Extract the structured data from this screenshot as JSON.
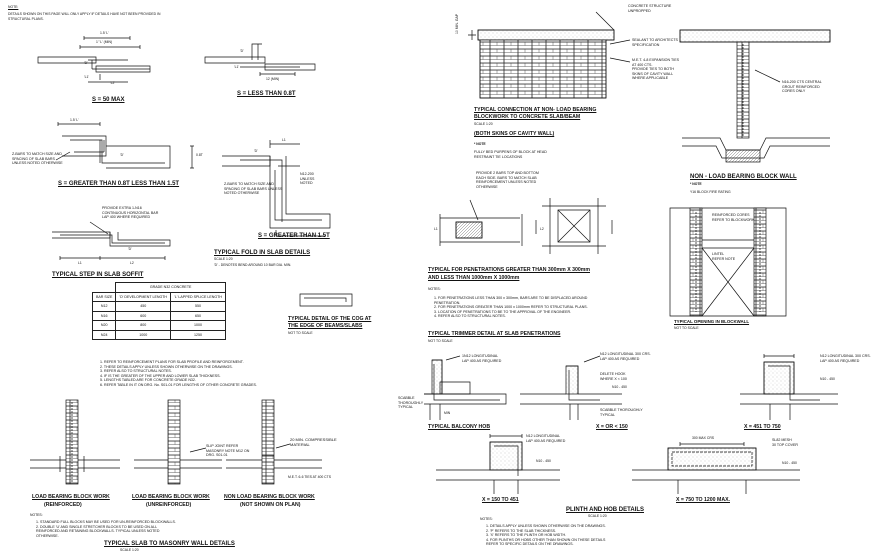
{
  "top_note": {
    "label": "NOTE:",
    "text1": "DETAILS SHOWN ON THIS PAGE WILL ONLY APPLY IF DETAILS HAVE NOT BEEN PROVIDED IN",
    "text2": "STRUCTURAL PLANS."
  },
  "fold": {
    "s50": {
      "title": "S = 50 MAX",
      "dims": [
        "1.5 'L'",
        "1' 'L' (MIN)",
        "'D'",
        "'L1'",
        "'L2'"
      ]
    },
    "s08": {
      "title": "S = LESS THAN 0.8T",
      "dims": [
        "'D'",
        "'L1'",
        "12 (MIN)"
      ]
    },
    "s0815": {
      "title": "S = GREATER THAN 0.8T LESS THAN 1.5T",
      "note": [
        "Z-BARS TO MATCH SIZE AND",
        "SPACING OF SLAB BARS",
        "UNLESS NOTED OTHERWISE"
      ],
      "dims": [
        "1.5 'L'",
        "0.8T",
        "'D'"
      ]
    },
    "s15": {
      "title": "S = GREATER THAN 1.5T",
      "note1": [
        "Z-BARS TO MATCH SIZE AND",
        "SPACING OF SLAB BARS UNLESS",
        "NOTED OTHERWISE"
      ],
      "note2": [
        "N12-200",
        "UNLESS",
        "NOTED"
      ],
      "dims": [
        "L1",
        "'D'"
      ]
    },
    "title": "TYPICAL FOLD IN SLAB DETAILS",
    "scale": "SCALE 1:20",
    "note": "'D' - DENOTES BEND AROUND 10 BAR DIA. MIN."
  },
  "step": {
    "note": [
      "PROVIDE EXTRA 1-N16",
      "CONTINUOUS HORIZONTAL BAR",
      "LAP 400 WHERE REQUIRED"
    ],
    "dims": [
      "'D'",
      "L1",
      "L2"
    ],
    "title": "TYPICAL STEP IN SLAB SOFFIT"
  },
  "lap_table": {
    "group": "GRADE N32 CONCRETE",
    "headers": [
      "BAR SIZE",
      "'D' DEVELOPMENT LENGTH",
      "'L' LAPPED SPLICE LENGTH"
    ],
    "rows": [
      [
        "N12",
        "450",
        "550"
      ],
      [
        "N16",
        "600",
        "650"
      ],
      [
        "N20",
        "800",
        "1000"
      ],
      [
        "N24",
        "1000",
        "1250"
      ]
    ]
  },
  "cog": {
    "title": [
      "TYPICAL DETAIL OF THE COG AT",
      "THE EDGE OF BEAMS/SLABS"
    ],
    "scale": "NOT TO SCALE"
  },
  "notes_mid": [
    "1.   REFER TO REINFORCEMENT PLANS FOR SLAB PROFILE AND REINFORCEMENT.",
    "2.   THESE DETAILS APPLY UNLESS SHOWN OTHERWISE ON THE DRAWINGS.",
    "3.   REFER ALSO TO STRUCTURAL NOTES.",
    "4.   IF IS THE GREATER OF THE UPPER AND LOWER SLAB THICKNESS.",
    "5.   LENGTHS TABLED ARE FOR CONCRETE GRADE N32.",
    "6.   REFER TABLE IN IT ON DRG. No. S01-01 FOR LENGTHS OF OTHER CONCRETE GRADES."
  ],
  "masonry": {
    "labels": [
      "LOAD BEARING BLOCK WORK",
      "LOAD BEARING BLOCK WORK",
      "NON LOAD BEARING BLOCK WORK"
    ],
    "sub": [
      "(REINFORCED)",
      "(UNREINFORCED)",
      "(NOT SHOWN ON PLAN)"
    ],
    "note_b": [
      "SLIP JOINT REFER",
      "MASONRY NOTE M12 ON",
      "DRG. S01-01"
    ],
    "note_c1": [
      "20 MIN. COMPRESSIBLE",
      "MATERIAL"
    ],
    "note_c2": "M.E.T. 6-6 TIES AT 400 CTS",
    "notes_label": "NOTES:",
    "notes": [
      "1.   STANDARD FULL BLOCKS MAY BE USED FOR UN-REINFORCED BLOCKWALLS.",
      "2.   DOUBLE 'U' AND SINGLE STRETCHER BLOCKS TO BE USED ON ALL",
      "      REINFORCED AND RETAINING BLOCKWALLS. TYPICAL UNLESS NOTED",
      "      OTHERWISE."
    ],
    "title": "TYPICAL SLAB TO MASONRY WALL DETAILS",
    "scale": "SCALE 1:20"
  },
  "conn": {
    "labels": [
      "CONCRETE STRUCTURE",
      "UNPROPPED"
    ],
    "gap": "10 MIN. GAP",
    "sealant": [
      "SEALANT TO ARCHITECTS",
      "SPECIFICATION"
    ],
    "ties": [
      "M.E.T. 4-8 EXPANSION TIES",
      "AT 400 CTS.",
      "PROVIDE TIES TO BOTH",
      "SKINS OF CAVITY WALL",
      "WHERE APPLICABLE"
    ],
    "title1": "TYPICAL CONNECTION AT NON- LOAD BEARING",
    "title2": "BLOCKWORK TO CONCRETE SLAB/BEAM",
    "scale": "SCALE 1:20",
    "title3": "(BOTH SKINS OF CAVITY WALL)",
    "note_label": "* NOTE",
    "note": [
      "FULLY BED PURPENS OF BLOCK AT HEAD",
      "RESTRAINT TIE LOCATIONS"
    ]
  },
  "nlbw": {
    "note": [
      "N16-200 CTS CENTRAL",
      "GROUT REINFORCED",
      "CORES ONLY"
    ],
    "title": "NON - LOAD BEARING BLOCK WALL",
    "note_label": "* NOTE",
    "note2": "Y16 BLOCK FIRE RATING"
  },
  "pen": {
    "note": [
      "PROVIDE 2 BARS TOP AND BOTTOM",
      "EACH SIDE. BARS TO MATCH SLAB",
      "REINFORCEMENT UNLESS NOTED",
      "OTHERWISE"
    ],
    "dims": [
      "L1",
      "L2"
    ],
    "title1": "TYPICAL FOR PENETRATIONS GREATER THAN 300mm X 300mm",
    "title2": "AND LESS THAN 1000mm X 1000mm",
    "notes_label": "NOTES:",
    "notes": [
      "1.   FOR PENETRATIONS LESS THAN 300 x 300mm, BARS ARE TO BE DISPLACED AROUND",
      "      PENETRATION.",
      "2.   FOR PENETRATIONS GREATER THAN 1000 x 1000mm REFER TO STRUCTURAL PLANS.",
      "3.   LOCATION OF PENETRATIONS TO BE TO THE APPROVAL OF THE ENGINEER.",
      "4.   REFER ALSO TO STRUCTURAL NOTES."
    ],
    "title3": "TYPICAL TRIMMER DETAIL AT SLAB PENETRATIONS",
    "scale": "NOT TO SCALE"
  },
  "opening": {
    "labels": [
      "REINFORCED CORES",
      "REFER TO BLOCKWORK"
    ],
    "lintel": [
      "LINTEL",
      "REFER NOTE"
    ],
    "title": "TYPICAL OPENING IN BLOCKWALL",
    "scale": "NOT TO SCALE"
  },
  "hob": {
    "balcony": {
      "note": [
        "1N12 LONGITUDINAL",
        "LAP 400 AS REQUIRED"
      ],
      "screed": [
        "SCABBLE",
        "THOROUGHLY",
        "TYPICAL"
      ],
      "min": "MIN",
      "title": "TYPICAL BALCONY HOB"
    },
    "x150": {
      "note": [
        "N12 LONGITUDINAL 300 CRS.",
        "LAP 400 AS REQUIRED"
      ],
      "hook": [
        "DELETE HOOK",
        "WHERE X < 100"
      ],
      "scabble": [
        "SCABBLE THOROUGHLY",
        "TYPICAL"
      ],
      "size": "N10 - 450",
      "title": "X = OR < 150"
    },
    "x451": {
      "note": [
        "N12 LONGITUDINAL 300 CRS.",
        "LAP 400 AS REQUIRED"
      ],
      "size": "N10 - 450",
      "title": "X = 451 TO 750"
    },
    "x150b": {
      "note": [
        "N12 LONGITUDINAL",
        "LAP 400 AS REQUIRED"
      ],
      "size": "N10 - 450",
      "title": "X = 150 TO 451"
    },
    "x750": {
      "mesh": [
        "SL82 MESH",
        "30 TOP COVER"
      ],
      "span": "300 MAX CRS",
      "size": "N10 - 450",
      "title": "X = 750 TO 1200 MAX."
    },
    "title": "PLINTH AND HOB DETAILS",
    "scale": "SCALE 1:20",
    "notes_label": "NOTES:",
    "notes": [
      "1.   DETAILS APPLY UNLESS SHOWN OTHERWISE ON THE DRAWINGS.",
      "2.   'P' REFERS TO THE SLAB THICKNESS.",
      "3.   'X' REFERS TO THE PLINTH OR HOB WIDTH.",
      "4.   FOR PLINTHS OR HOBS OTHER THAN SHOWN ON THESE DETAILS",
      "      REFER TO SPECIFIC DETAILS ON THE DRAWINGS."
    ]
  }
}
